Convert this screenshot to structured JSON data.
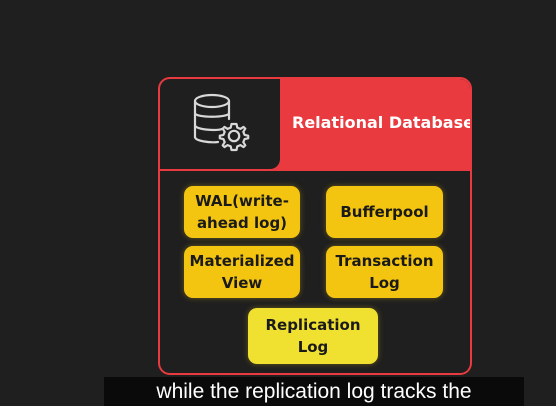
{
  "diagram": {
    "title": "Relational Database",
    "icon": "database-gear-icon",
    "components": {
      "wal": "WAL(write-ahead log)",
      "wal_line1": "WAL(write-",
      "wal_line2": "ahead log)",
      "bufferpool": "Bufferpool",
      "materialized_view_line1": "Materialized",
      "materialized_view_line2": "View",
      "transaction_log_line1": "Transaction",
      "transaction_log_line2": "Log",
      "replication_log_line1": "Replication",
      "replication_log_line2": "Log"
    },
    "colors": {
      "background": "#1f1f1f",
      "accent_red": "#e83a3f",
      "component_yellow": "#f4c510",
      "highlight_yellow": "#f0e030"
    }
  },
  "caption": {
    "text": "while the replication log tracks the"
  }
}
